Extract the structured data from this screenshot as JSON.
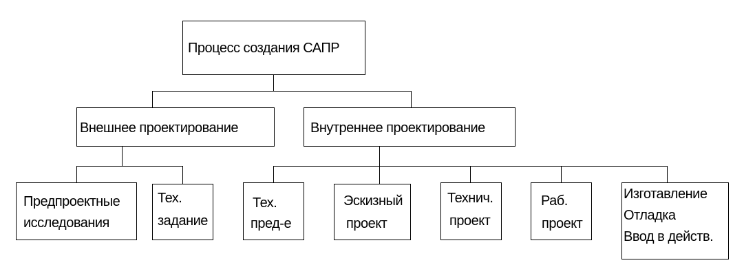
{
  "diagram": {
    "root": {
      "label": "Процесс создания САПР"
    },
    "branches": [
      {
        "label": "Внешнее проектирование",
        "children": [
          {
            "lines": [
              "Предпроектные",
              "исследования"
            ]
          },
          {
            "lines": [
              "Тех.",
              "задание"
            ]
          }
        ]
      },
      {
        "label": "Внутреннее проектирование",
        "children": [
          {
            "lines": [
              "Тех.",
              "пред-е"
            ]
          },
          {
            "lines": [
              "Эскизный",
              "проект"
            ]
          },
          {
            "lines": [
              "Технич.",
              "проект"
            ]
          },
          {
            "lines": [
              "Раб.",
              "проект"
            ]
          },
          {
            "lines": [
              "Изготавление",
              "Отладка",
              "Ввод в действ."
            ]
          }
        ]
      }
    ]
  }
}
